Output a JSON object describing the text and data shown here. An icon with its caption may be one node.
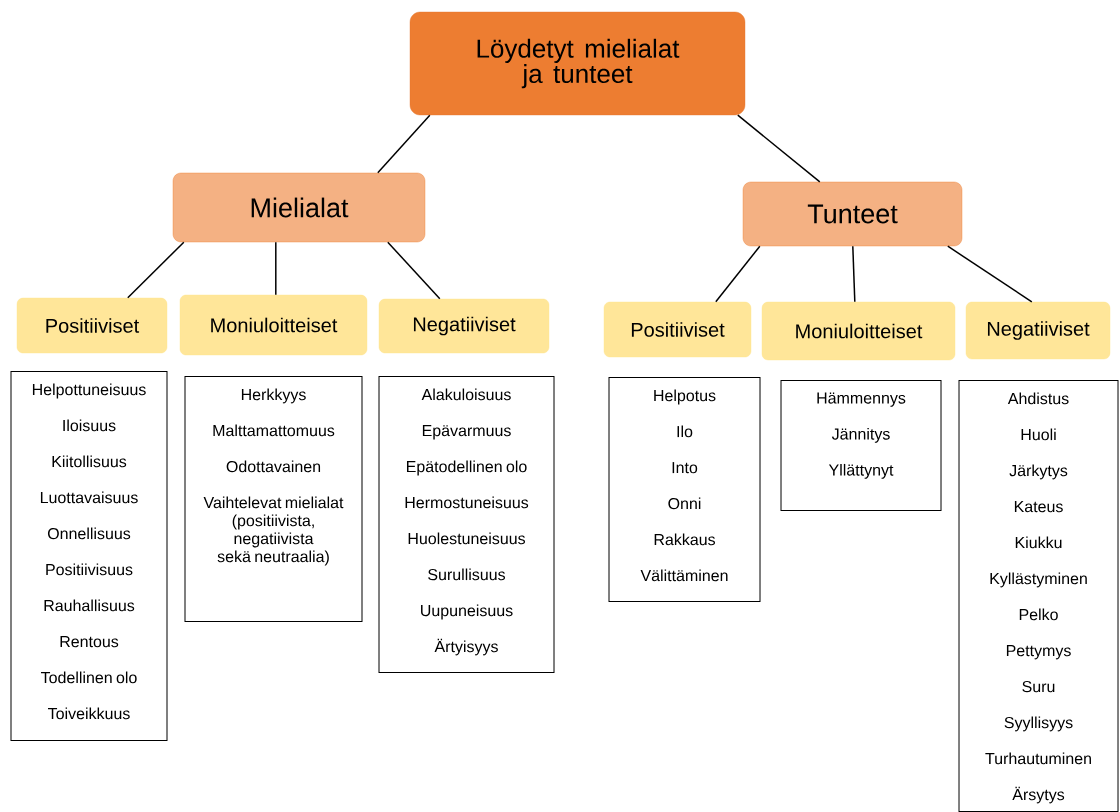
{
  "diagram": {
    "nodes": [
      {
        "text": [
          "Löydetyt mielialat ja tunteet"
        ]
      },
      {
        "text": [
          "Mielialat"
        ]
      },
      {
        "text": [
          "Tunteet"
        ]
      },
      {
        "text": [
          "Positiiviset"
        ]
      },
      {
        "text": [
          "Moniuloitteiset"
        ]
      },
      {
        "text": [
          "Negatiiviset"
        ]
      },
      {
        "text": [
          "Positiiviset"
        ]
      },
      {
        "text": [
          "Moniuloitteiset"
        ]
      },
      {
        "text": [
          "Negatiiviset"
        ]
      },
      {
        "text": [
          "Helpottuneisuus",
          "Iloisuus",
          "Kiitollisuus",
          "Luottavaisuus",
          "Onnellisuus",
          "Positiivisuus",
          "Rauhallisuus",
          "Rentous",
          "Todellinen olo",
          "Toiveikkuus"
        ]
      },
      {
        "text": [
          "Herkkyys",
          "Malttamattomuus",
          "Odottavainen",
          "Vaihtelevat mielialat (positiivista, negatiivista sekä neutraalia)"
        ]
      },
      {
        "text": [
          "Alakuloisuus",
          "Epävarmuus",
          "Epätodellinen olo",
          "Hermostuneisuus",
          "Huolestuneisuus",
          "Surullisuus",
          "Uupuneisuus",
          "Ärtyisyys"
        ]
      },
      {
        "text": [
          "Helpotus",
          "Ilo",
          "Into",
          "Onni",
          "Rakkaus",
          "Välittäminen"
        ]
      },
      {
        "text": [
          "Hämmennys",
          "Jännitys",
          "Yllättynyt"
        ]
      },
      {
        "text": [
          "Ahdistus",
          "Huoli",
          "Järkytys",
          "Kateus",
          "Kiukku",
          "Kyllästyminen",
          "Pelko",
          "Pettymys",
          "Suru",
          "Syyllisyys",
          "Turhautuminen",
          "Ärsytys"
        ]
      }
    ],
    "edges": [
      {
        "from": 0,
        "to": 1,
        "arrow": "none"
      },
      {
        "from": 0,
        "to": 2,
        "arrow": "none"
      },
      {
        "from": 1,
        "to": 3,
        "arrow": "none"
      },
      {
        "from": 1,
        "to": 4,
        "arrow": "none"
      },
      {
        "from": 1,
        "to": 5,
        "arrow": "none"
      },
      {
        "from": 2,
        "to": 6,
        "arrow": "none"
      },
      {
        "from": 2,
        "to": 7,
        "arrow": "none"
      },
      {
        "from": 2,
        "to": 8,
        "arrow": "none"
      }
    ]
  }
}
